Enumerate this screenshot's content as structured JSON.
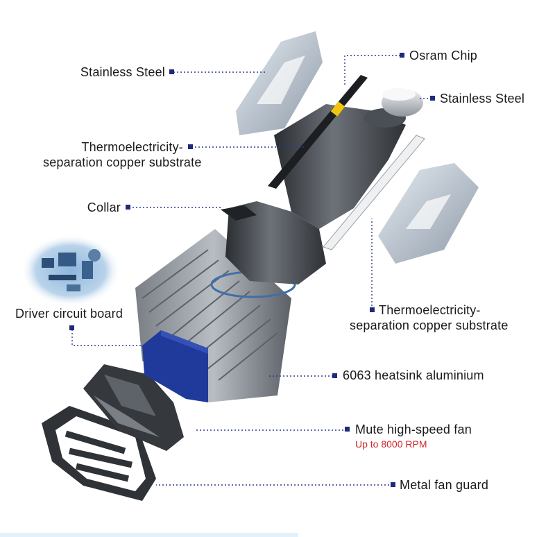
{
  "labels": {
    "stainless_steel_left": "Stainless Steel",
    "osram_chip": "Osram Chip",
    "stainless_steel_right": "Stainless Steel",
    "thermo_left_line1": "Thermoelectricity-",
    "thermo_left_line2": "separation copper substrate",
    "collar": "Collar",
    "driver_circuit_board": "Driver circuit board",
    "thermo_right_line1": "Thermoelectricity-",
    "thermo_right_line2": "separation copper substrate",
    "heatsink": "6063 heatsink aluminium",
    "fan": "Mute high-speed fan",
    "fan_rpm": "Up to 8000 RPM",
    "fan_guard": "Metal fan guard"
  },
  "colors": {
    "leader": "#2b3a8f",
    "accent_red": "#d0262b",
    "driver_board": "#1f3a9a",
    "metal_light": "#c9d3de",
    "metal_dark": "#3c4046"
  }
}
